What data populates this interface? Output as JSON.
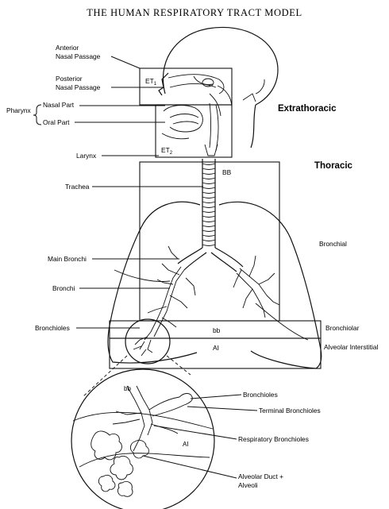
{
  "title": "THE HUMAN RESPIRATORY TRACT MODEL",
  "regions": {
    "extrathoracic": "Extrathoracic",
    "thoracic": "Thoracic",
    "bronchial": "Bronchial",
    "bronchiolar": "Bronchiolar",
    "alveolar_interstitial": "Alveolar Interstitial"
  },
  "box_labels": {
    "et1": "ET",
    "et1_sub": "1",
    "et2": "ET",
    "et2_sub": "2",
    "bb_upper": "BB",
    "bb_lower": "bb",
    "ai": "AI",
    "inset_bb": "bb",
    "inset_ai": "AI"
  },
  "left_labels": {
    "anterior_nasal_1": "Anterior",
    "anterior_nasal_2": "Nasal Passage",
    "posterior_nasal_1": "Posterior",
    "posterior_nasal_2": "Nasal Passage",
    "pharynx": "Pharynx",
    "nasal_part": "Nasal Part",
    "oral_part": "Oral Part",
    "larynx": "Larynx",
    "trachea": "Trachea",
    "main_bronchi": "Main Bronchi",
    "bronchi": "Bronchi",
    "bronchioles": "Bronchioles"
  },
  "inset_labels": {
    "bronchioles": "Bronchioles",
    "terminal_bronchioles": "Terminal Bronchioles",
    "respiratory_bronchioles": "Respiratory Bronchioles",
    "alveolar_duct_1": "Alveolar Duct +",
    "alveolar_duct_2": "Alveoli"
  }
}
